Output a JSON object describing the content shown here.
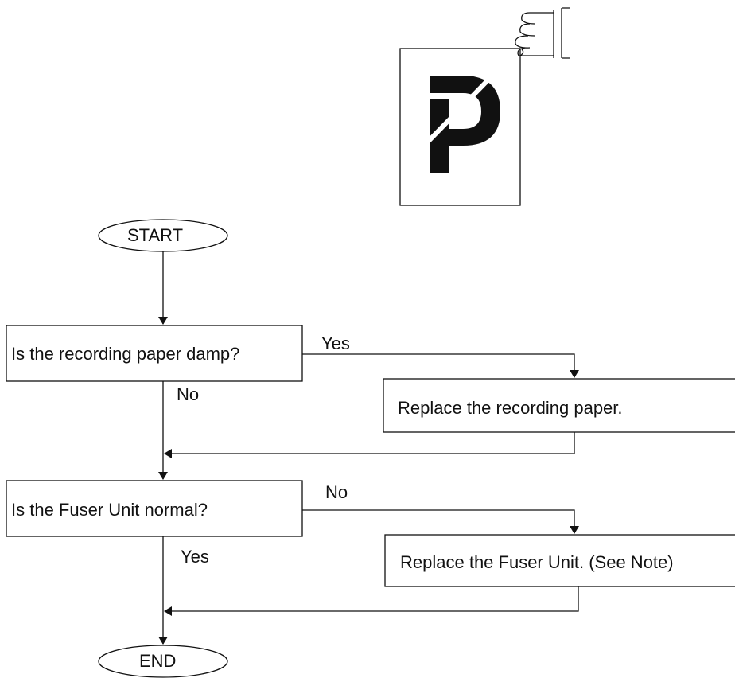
{
  "flowchart": {
    "start_label": "START",
    "end_label": "END",
    "decision_1": {
      "question": "Is the recording paper damp?",
      "yes_label": "Yes",
      "no_label": "No"
    },
    "action_1": {
      "text": "Replace the recording paper."
    },
    "decision_2": {
      "question": "Is the Fuser Unit normal?",
      "no_label": "No",
      "yes_label": "Yes"
    },
    "action_2": {
      "text": "Replace the Fuser Unit. (See Note)"
    }
  },
  "illustration": {
    "printed_glyph": "P"
  },
  "colors": {
    "line": "#111111",
    "background": "#ffffff"
  }
}
